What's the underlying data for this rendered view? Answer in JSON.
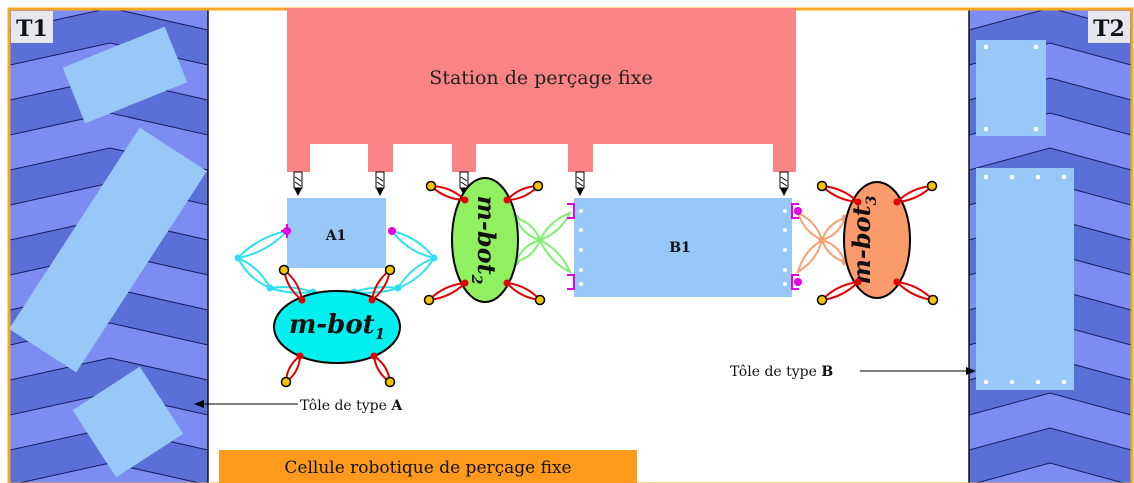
{
  "conveyors": {
    "left_label": "T1",
    "right_label": "T2"
  },
  "station": {
    "label": "Station de perçage fixe",
    "color": "#f98385"
  },
  "cell": {
    "label": "Cellule robotique de perçage fixe",
    "color": "#ff9a1d"
  },
  "parts": {
    "a1_label": "A1",
    "b1_label": "B1",
    "color": "#98c8f8"
  },
  "robots": {
    "m_bot_1": {
      "base": "m-bot",
      "sub": "1",
      "color": "#00f0f0",
      "arm_color": "#30e0f0"
    },
    "m_bot_2": {
      "base": "m-bot",
      "sub": "2",
      "color": "#90f060",
      "arm_color": "#80f070"
    },
    "m_bot_3": {
      "base": "m-bot",
      "sub": "3",
      "color": "#fb9a6a",
      "arm_color": "#f8a070"
    }
  },
  "callouts": {
    "type_a_prefix": "Tôle de type ",
    "type_a_letter": "A",
    "type_b_prefix": "Tôle de type ",
    "type_b_letter": "B"
  },
  "colors": {
    "belt_dark": "#5b6fd8",
    "belt_light": "#7c8cf2",
    "frame": "#f5a623",
    "label_box": "#e6e6ee",
    "magenta": "#e600e6",
    "red": "#e00000",
    "yellow": "#f5c400"
  }
}
